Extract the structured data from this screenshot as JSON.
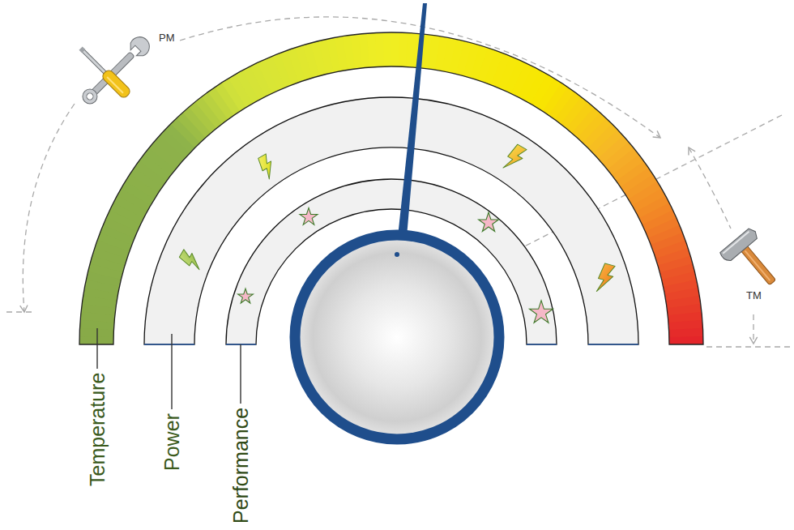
{
  "diagram": {
    "labels": [
      "PM",
      "TM",
      "Temperature",
      "Power",
      "Performance"
    ]
  }
}
